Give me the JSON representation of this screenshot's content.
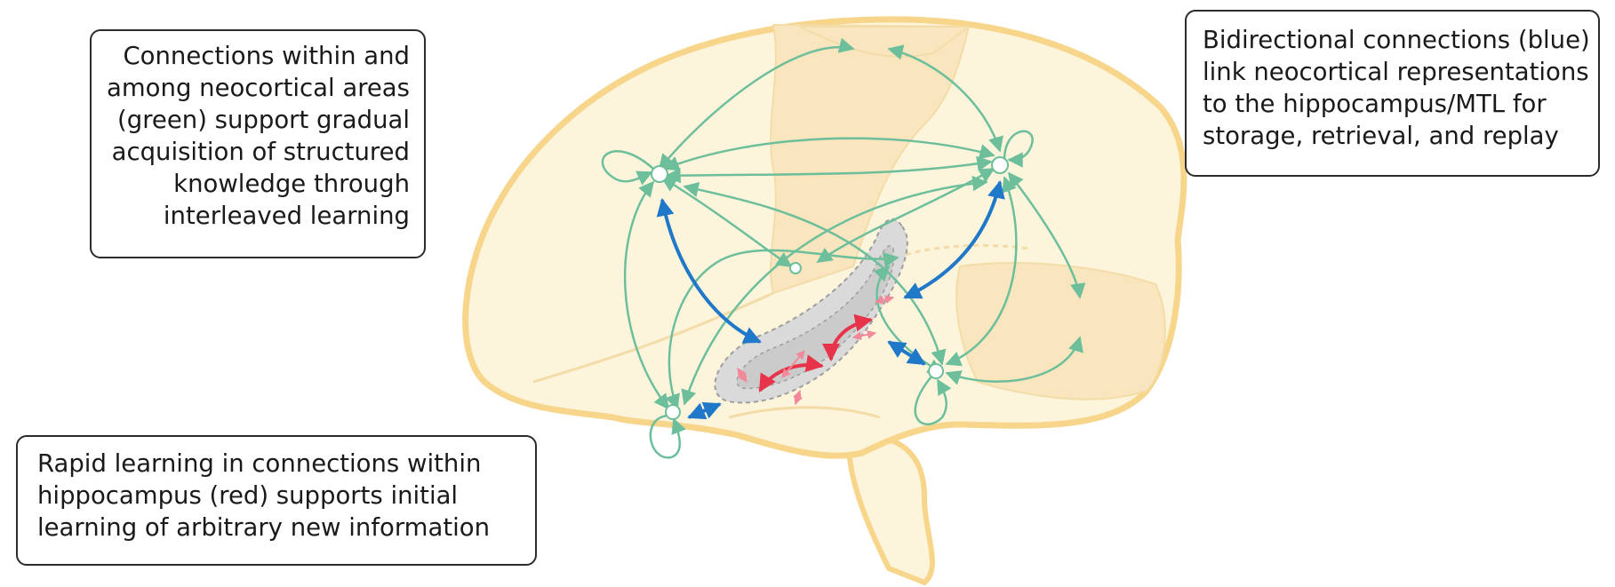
{
  "callouts": {
    "neocortical": {
      "lines": [
        "Connections within and",
        "among neocortical areas",
        "(green) support gradual",
        "acquisition of structured",
        "knowledge through",
        "interleaved learning"
      ]
    },
    "bidirectional": {
      "lines": [
        "Bidirectional connections (blue)",
        "link neocortical representations",
        "to the hippocampus/MTL for",
        "storage, retrieval, and replay"
      ]
    },
    "hippocampal": {
      "lines": [
        "Rapid learning in connections within",
        "hippocampus (red) supports initial",
        "learning of arbitrary new information"
      ]
    }
  },
  "colors": {
    "brain_fill": "#fdf4dc",
    "brain_outline": "#f7d58a",
    "region_fill": "#f9e6bf",
    "neocortical_connections": "#6dbf9c",
    "bidirectional_connections": "#1f78c8",
    "hippocampal_connections": "#e8344a",
    "hippocampal_minor": "#f2899a",
    "hippocampus_fill": "#cfcfcf",
    "hippocampus_outline": "#9e9e9e",
    "node_fill": "#ffffff"
  },
  "icons": {
    "node": "star-burst-node",
    "arrowheads": "double-headed-arrow"
  }
}
